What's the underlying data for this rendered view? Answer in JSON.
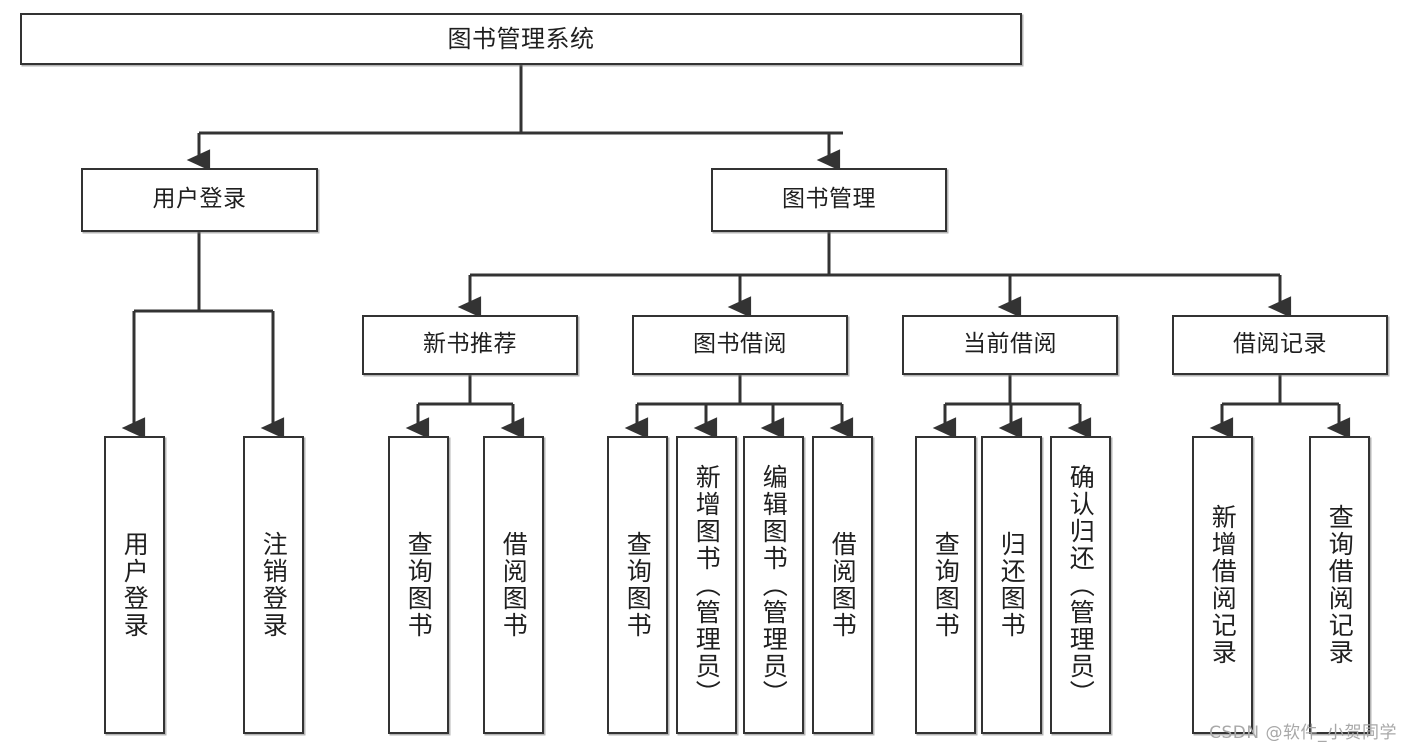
{
  "diagram": {
    "title": "图书管理系统",
    "type": "tree",
    "watermark": "CSDN @软件_小贺同学",
    "line_color": "#333333",
    "box_fill": "#ffffff",
    "text_color": "#1f1f1f"
  },
  "nodes": {
    "root": {
      "label": "图书管理系统"
    },
    "level1": [
      {
        "label": "用户登录"
      },
      {
        "label": "图书管理"
      }
    ],
    "level2": [
      {
        "label": "新书推荐"
      },
      {
        "label": "图书借阅"
      },
      {
        "label": "当前借阅"
      },
      {
        "label": "借阅记录"
      }
    ],
    "leaves_user_login": [
      {
        "label": "用户登录"
      },
      {
        "label": "注销登录"
      }
    ],
    "leaves_new_book": [
      {
        "label": "查询图书"
      },
      {
        "label": "借阅图书"
      }
    ],
    "leaves_borrow": [
      {
        "label": "查询图书"
      },
      {
        "label": "新增图书（管理员）"
      },
      {
        "label": "编辑图书（管理员）"
      },
      {
        "label": "借阅图书"
      }
    ],
    "leaves_current": [
      {
        "label": "查询图书"
      },
      {
        "label": "归还图书"
      },
      {
        "label": "确认归还（管理员）"
      }
    ],
    "leaves_record": [
      {
        "label": "新增借阅记录"
      },
      {
        "label": "查询借阅记录"
      }
    ]
  }
}
